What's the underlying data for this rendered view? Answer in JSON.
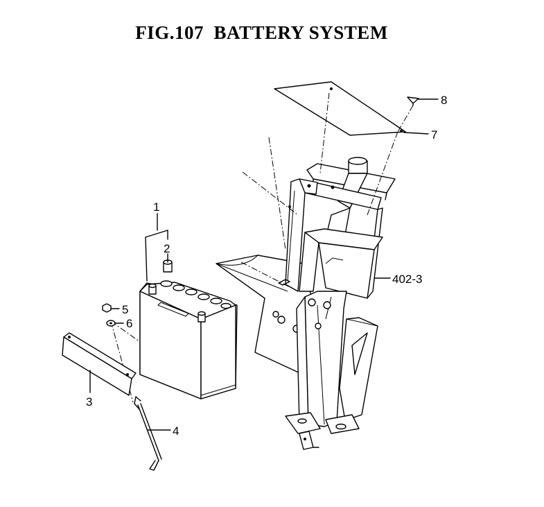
{
  "figure": {
    "title": "FIG.107  BATTERY SYSTEM"
  },
  "callouts": [
    {
      "id": "1",
      "text": "1"
    },
    {
      "id": "2",
      "text": "2"
    },
    {
      "id": "3",
      "text": "3"
    },
    {
      "id": "4",
      "text": "4"
    },
    {
      "id": "5",
      "text": "5"
    },
    {
      "id": "6",
      "text": "6"
    },
    {
      "id": "7",
      "text": "7"
    },
    {
      "id": "8",
      "text": "8"
    },
    {
      "id": "402-3",
      "text": "402-3"
    }
  ]
}
